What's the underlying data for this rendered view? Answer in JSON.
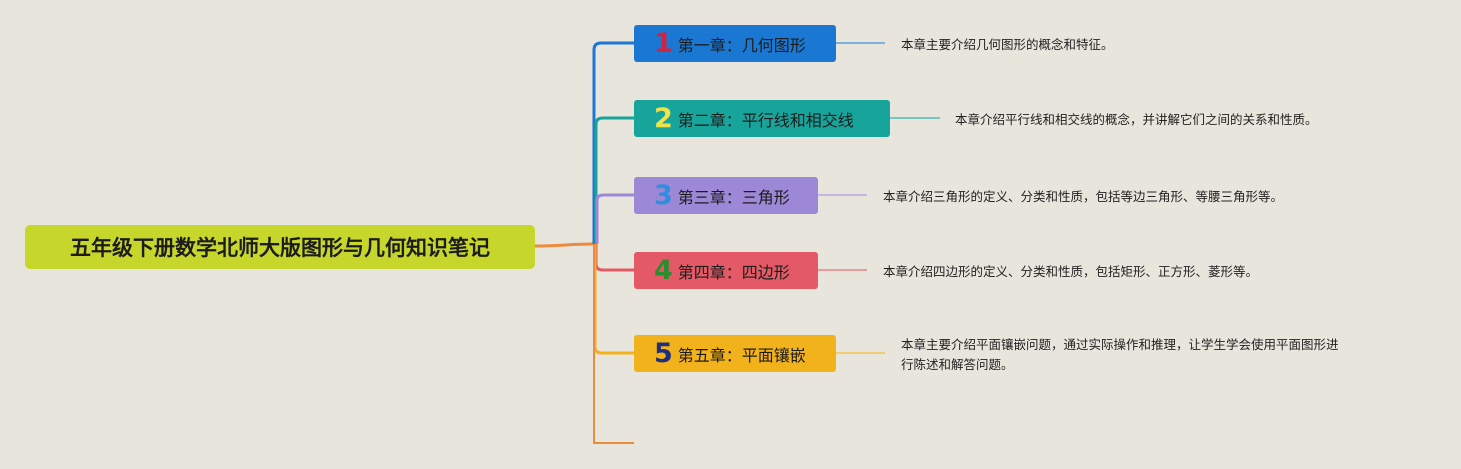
{
  "root": {
    "title": "五年级下册数学北师大版图形与几何知识笔记",
    "color": "#c6d62a"
  },
  "chapters": [
    {
      "num": "1",
      "label": "第一章：几何图形",
      "color": "#1a78d2",
      "num_color": "#d4213d",
      "desc": [
        "本章主要介绍几何图形的概念和特征。"
      ]
    },
    {
      "num": "2",
      "label": "第二章：平行线和相交线",
      "color": "#17a59b",
      "num_color": "#f0e24a",
      "desc": [
        "本章介绍平行线和相交线的概念，并讲解它们之间的关系和性质。"
      ]
    },
    {
      "num": "3",
      "label": "第三章：三角形",
      "color": "#9c88d6",
      "num_color": "#2f8ee0",
      "desc": [
        "本章介绍三角形的定义、分类和性质，包括等边三角形、等腰三角形等。"
      ]
    },
    {
      "num": "4",
      "label": "第四章：四边形",
      "color": "#e35a66",
      "num_color": "#2e8b2e",
      "desc": [
        "本章介绍四边形的定义、分类和性质，包括矩形、正方形、菱形等。"
      ]
    },
    {
      "num": "5",
      "label": "第五章：平面镶嵌",
      "color": "#f2b21b",
      "num_color": "#1f2f7a",
      "desc": [
        "本章主要介绍平面镶嵌问题，通过实际操作和推理，让学生学会使用平面图形进",
        "行陈述和解答问题。"
      ]
    }
  ],
  "connector_colors": {
    "trunk": "#ee8a3c",
    "extra_branch": "#ee8a3c"
  }
}
